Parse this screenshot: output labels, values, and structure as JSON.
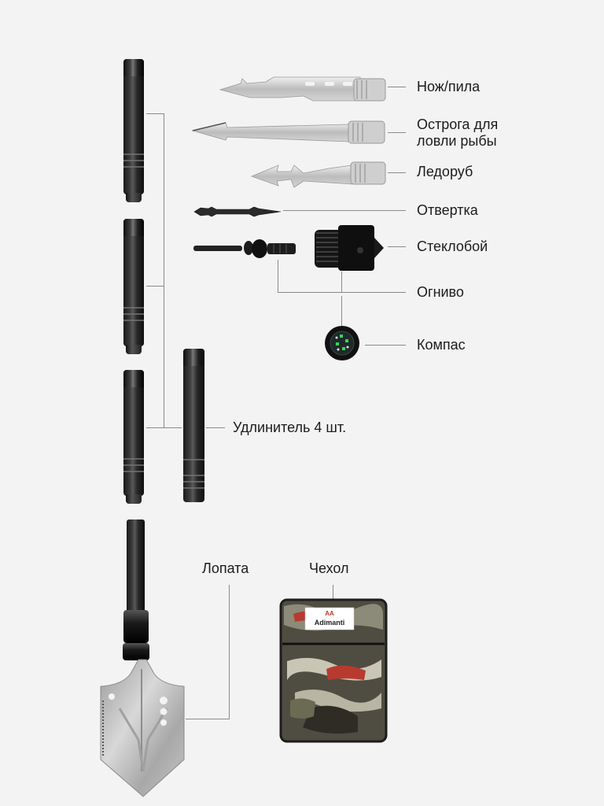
{
  "diagram": {
    "title": "Multi-tool shovel kit components",
    "background": "#f3f3f3",
    "line_color": "#8a8a8a",
    "labels": {
      "knife_saw": "Нож/пила",
      "fish_spear": "Острога для\nловли рыбы",
      "ice_pick": "Ледоруб",
      "screwdriver": "Отвертка",
      "glass_breaker": "Стеклобой",
      "fire_starter": "Огниво",
      "compass": "Компас",
      "extension": "Удлинитель 4 шт.",
      "shovel": "Лопата",
      "pouch": "Чехол"
    },
    "pouch_brand": "Adimanti",
    "pouch_brand_logo": "AA"
  }
}
